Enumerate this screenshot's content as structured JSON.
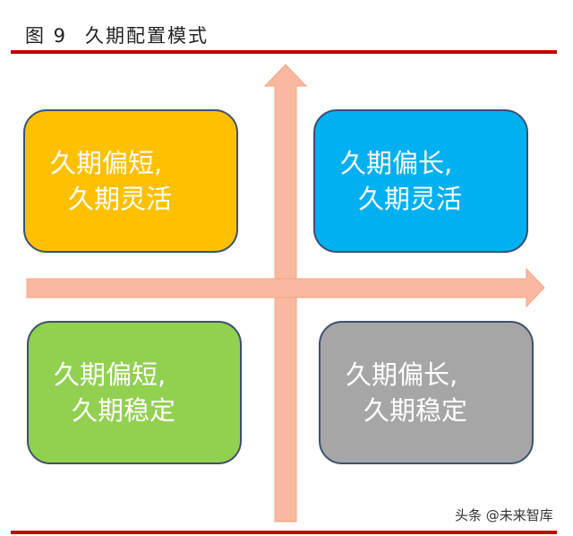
{
  "header": {
    "figure_label": "图 9",
    "title": "久期配置模式"
  },
  "quadrants": [
    {
      "id": "top-left",
      "line1": "久期偏短,",
      "line2": "久期灵活",
      "color": "#FFC000"
    },
    {
      "id": "top-right",
      "line1": "久期偏长,",
      "line2": "久期灵活",
      "color": "#00B0F0"
    },
    {
      "id": "bottom-left",
      "line1": "久期偏短,",
      "line2": "久期稳定",
      "color": "#92D050"
    },
    {
      "id": "bottom-right",
      "line1": "久期偏长,",
      "line2": "久期稳定",
      "color": "#A6A6A6"
    }
  ],
  "arrow_color": "#F8B9A0",
  "watermark": "头条 @未来智库"
}
